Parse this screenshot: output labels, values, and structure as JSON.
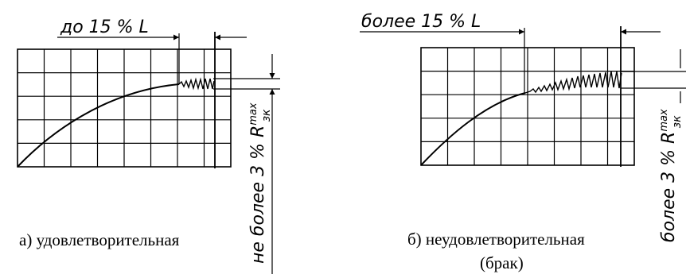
{
  "panel_a": {
    "top_label": "до 15 % L",
    "side_label_prefix": "не более 3 % ",
    "side_label_symbol": "R",
    "side_label_sup": "max",
    "side_label_sub": "зк",
    "caption": "а) удовлетворительная"
  },
  "panel_b": {
    "top_label": "более 15 % L",
    "side_label_prefix": "более 3 % ",
    "side_label_symbol": "R",
    "side_label_sup": "max",
    "side_label_sub": "зк",
    "caption_line1": "б) неудовлетворительная",
    "caption_line2": "(брак)"
  }
}
